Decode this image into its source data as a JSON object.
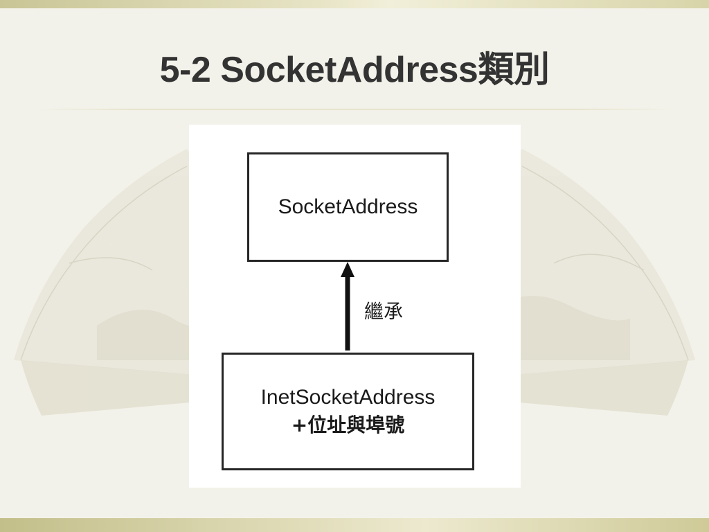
{
  "slide": {
    "title": "5-2 SocketAddress類別"
  },
  "diagram": {
    "parent_class": "SocketAddress",
    "child_class": "InetSocketAddress",
    "child_detail": "+位址與埠號",
    "relation_label": "繼承"
  },
  "colors": {
    "title": "#333333",
    "stroke": "#262626",
    "background": "#f3f2ea",
    "band": "#d8d4a9"
  }
}
